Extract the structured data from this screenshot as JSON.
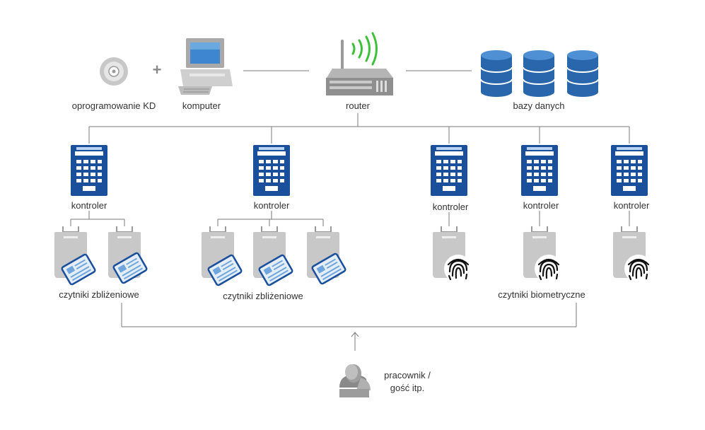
{
  "labels": {
    "software": "oprogramowanie KD",
    "computer": "komputer",
    "router": "router",
    "databases": "bazy danych",
    "controller": "kontroler",
    "proximity_readers": "czytniki zbliżeniowe",
    "biometric_readers": "czytniki biometryczne",
    "person_line1": "pracownik /",
    "person_line2": "gość itp."
  },
  "plus_sign": "+",
  "colors": {
    "controller_blue": "#1a4f9c",
    "database_blue": "#2f72bd",
    "reader_gray": "#c8c8c8",
    "line_gray": "#7a7a7a",
    "signal_green": "#3cc13b",
    "text": "#333333"
  }
}
